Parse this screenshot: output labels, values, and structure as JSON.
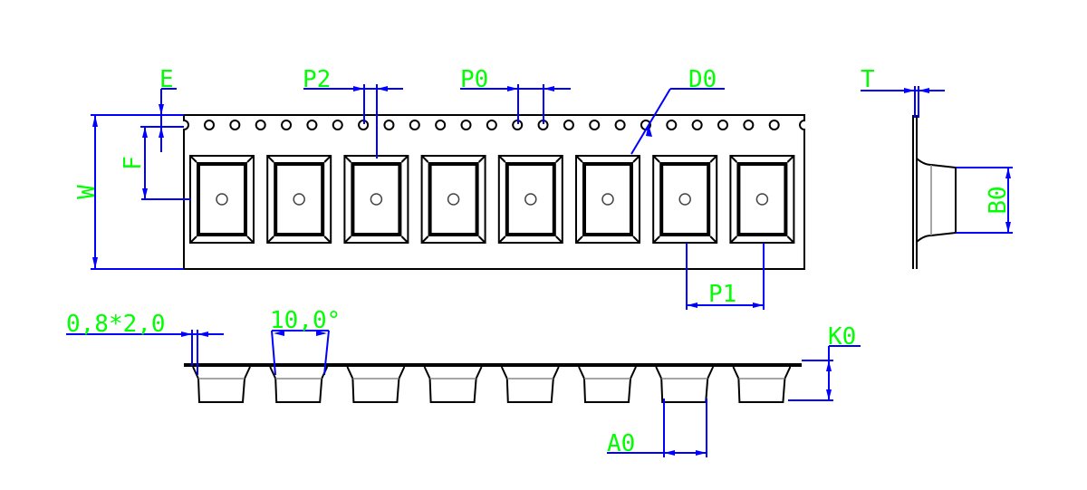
{
  "labels": {
    "E": "E",
    "F": "F",
    "W": "W",
    "P2": "P2",
    "P0": "P0",
    "D0": "D0",
    "T": "T",
    "B0": "B0",
    "P1": "P1",
    "hole_size": "0,8*2,0",
    "angle": "10,0°",
    "K0": "K0",
    "A0": "A0"
  },
  "counts": {
    "sprocket_holes": 23,
    "pockets": 8
  },
  "colors": {
    "dimension": "#0000ff",
    "label": "#00ff00",
    "outline": "#000000"
  }
}
